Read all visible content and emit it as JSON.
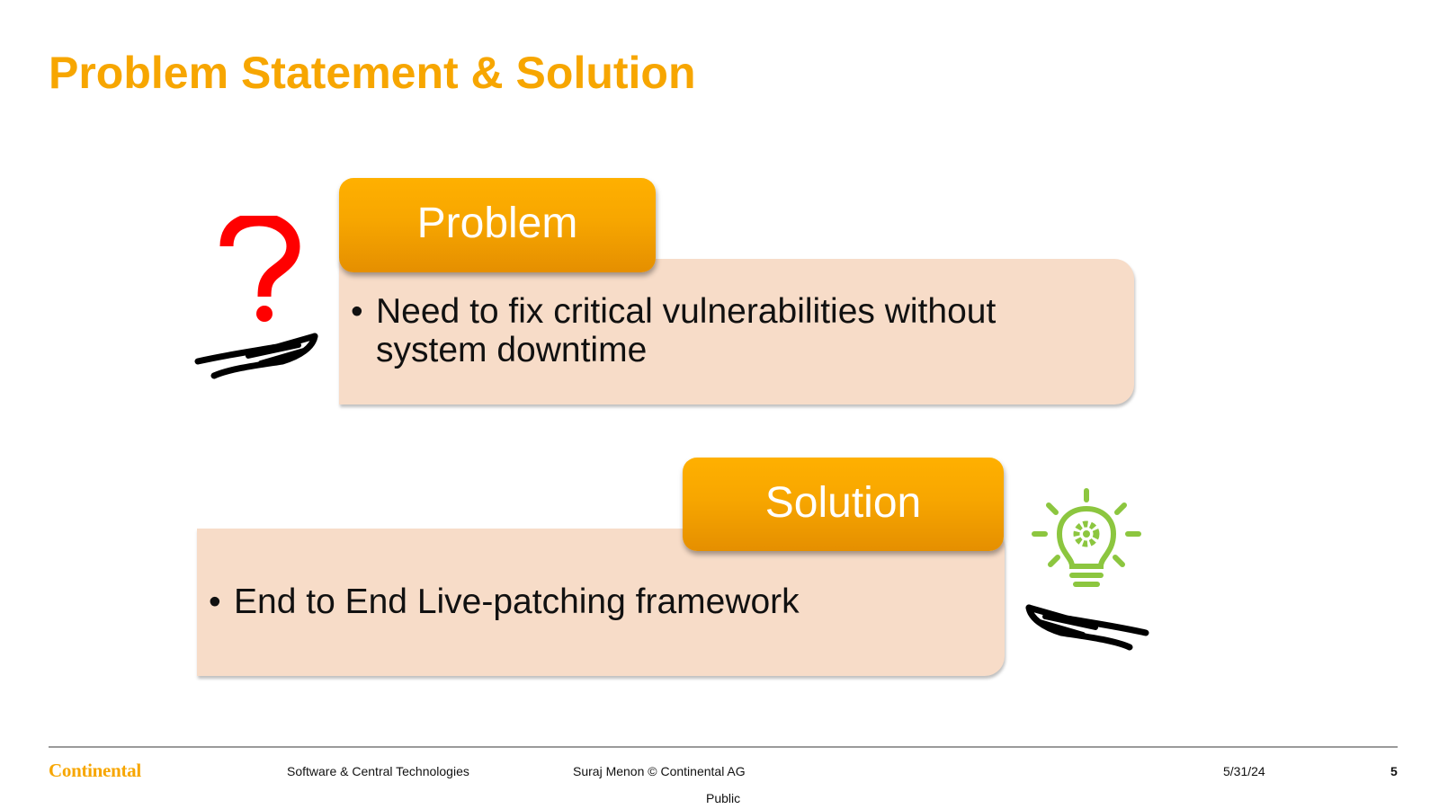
{
  "slide": {
    "title": "Problem Statement & Solution"
  },
  "problem": {
    "heading": "Problem",
    "bullet_symbol": "•",
    "text_line1": "Need to fix critical vulnerabilities without",
    "text_line2": "system downtime"
  },
  "solution": {
    "heading": "Solution",
    "bullet_symbol": "•",
    "text": "End to End Live-patching framework"
  },
  "icons": {
    "problem": [
      "question-mark-icon",
      "open-hand-icon"
    ],
    "solution": [
      "lightbulb-gear-icon",
      "open-hand-icon"
    ]
  },
  "footer": {
    "logo": "Continental",
    "department": "Software & Central Technologies",
    "author": "Suraj Menon © Continental AG",
    "date": "5/31/24",
    "page": "5",
    "classification": "Public"
  },
  "colors": {
    "accent": "#f7a600",
    "box_fill": "#f7dcc8",
    "question_mark": "#ff0000",
    "bulb": "#8cc63f"
  }
}
